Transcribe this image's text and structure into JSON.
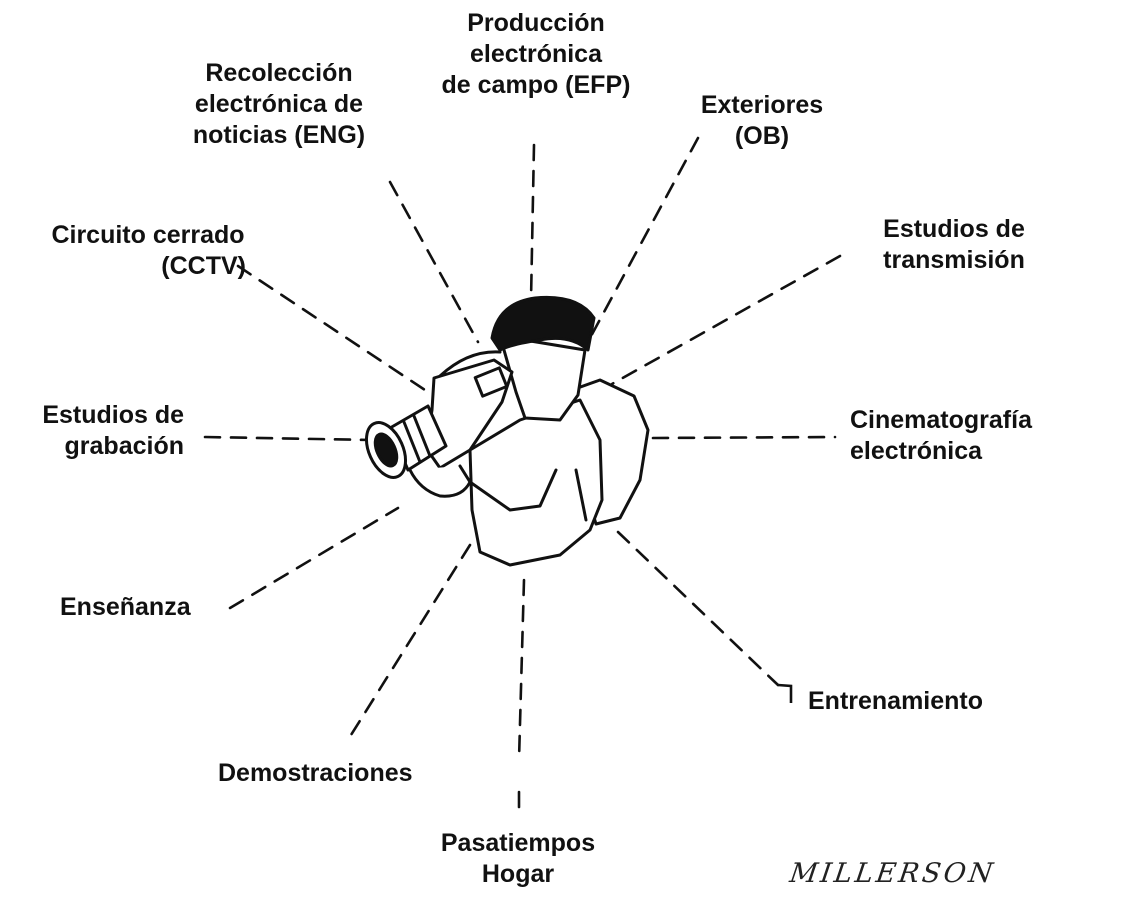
{
  "labels": {
    "efp": [
      "Producción",
      "electrónica",
      "de campo (EFP)"
    ],
    "eng": [
      "Recolección",
      "electrónica de",
      "noticias (ENG)"
    ],
    "ob": [
      "Exteriores",
      "(OB)"
    ],
    "cctv": [
      "Circuito cerrado",
      "(CCTV)"
    ],
    "broadcast": [
      "Estudios de",
      "transmisión"
    ],
    "recording": [
      "Estudios de",
      "grabación"
    ],
    "cinema": [
      "Cinematografía",
      "electrónica"
    ],
    "teaching": [
      "Enseñanza"
    ],
    "training": [
      "Entrenamiento"
    ],
    "demos": [
      "Demostraciones"
    ],
    "hobby": [
      "Pasatiempos",
      "Hogar"
    ]
  },
  "signature": "MILLERSON",
  "central_figure": {
    "icon": "cameraman-with-camcorder-illustration"
  }
}
